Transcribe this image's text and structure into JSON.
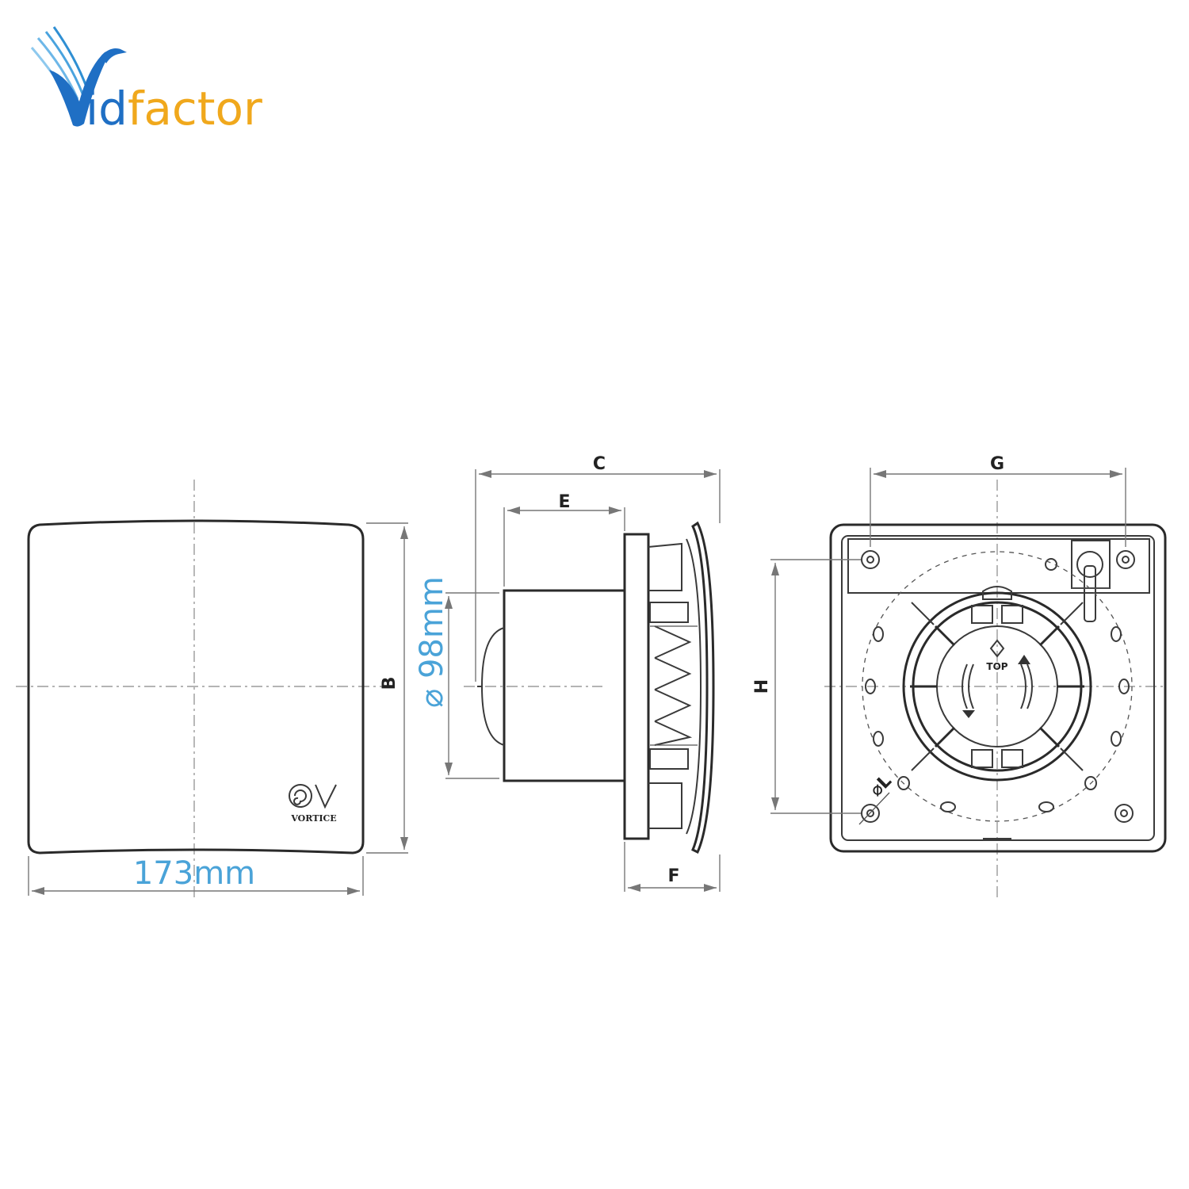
{
  "brand": {
    "name_prefix": "V",
    "name_rest_blue": "id",
    "name_rest_orange": "factor",
    "colors": {
      "blue": "#1f6fc4",
      "orange": "#f0a81c",
      "dimension_text": "#4aa3d8"
    }
  },
  "front_view": {
    "width_label": "173mm",
    "height_label": "B",
    "badge_text": "VORTICE",
    "badge_icon": "vortice-swirl-logo-icon"
  },
  "side_view": {
    "overall_depth_label": "C",
    "body_depth_label": "E",
    "panel_depth_label": "F",
    "diameter_label": "⌀ 98mm"
  },
  "back_view": {
    "width_label": "G",
    "height_label": "H",
    "hole_label": "⌀L",
    "top_marker_text": "TOP"
  }
}
